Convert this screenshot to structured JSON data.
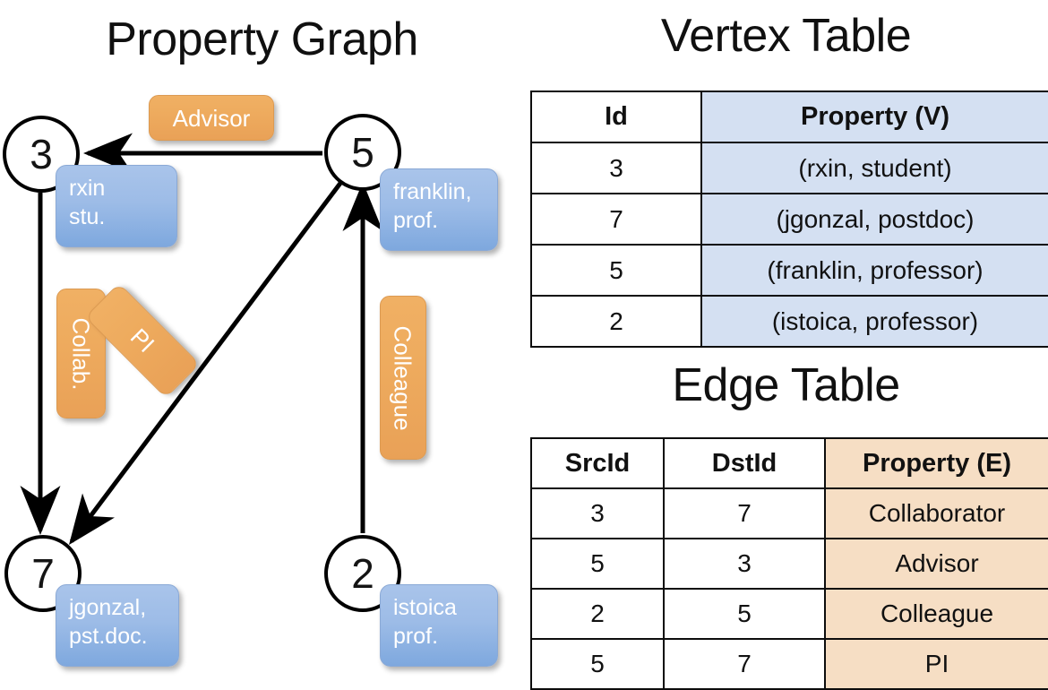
{
  "titles": {
    "property_graph": "Property Graph",
    "vertex_table": "Vertex Table",
    "edge_table": "Edge Table"
  },
  "graph": {
    "nodes": [
      {
        "id": "3",
        "label": "3",
        "property_lines": [
          "rxin",
          "stu."
        ]
      },
      {
        "id": "5",
        "label": "5",
        "property_lines": [
          "franklin,",
          "prof."
        ]
      },
      {
        "id": "7",
        "label": "7",
        "property_lines": [
          "jgonzal,",
          "pst.doc."
        ]
      },
      {
        "id": "2",
        "label": "2",
        "property_lines": [
          "istoica",
          "prof."
        ]
      }
    ],
    "edge_labels": [
      {
        "name": "advisor",
        "text": "Advisor"
      },
      {
        "name": "collab",
        "text": "Collab."
      },
      {
        "name": "pi",
        "text": "PI"
      },
      {
        "name": "colleague",
        "text": "Colleague"
      }
    ],
    "edges": [
      {
        "from": "5",
        "to": "3",
        "label": "Advisor"
      },
      {
        "from": "3",
        "to": "7",
        "label": "Collab."
      },
      {
        "from": "5",
        "to": "7",
        "label": "PI"
      },
      {
        "from": "2",
        "to": "5",
        "label": "Colleague"
      }
    ]
  },
  "vertex_table": {
    "headers": [
      "Id",
      "Property (V)"
    ],
    "rows": [
      {
        "id": "3",
        "property": "(rxin, student)"
      },
      {
        "id": "7",
        "property": "(jgonzal, postdoc)"
      },
      {
        "id": "5",
        "property": "(franklin, professor)"
      },
      {
        "id": "2",
        "property": "(istoica, professor)"
      }
    ]
  },
  "edge_table": {
    "headers": [
      "SrcId",
      "DstId",
      "Property (E)"
    ],
    "rows": [
      {
        "src": "3",
        "dst": "7",
        "property": "Collaborator"
      },
      {
        "src": "5",
        "dst": "3",
        "property": "Advisor"
      },
      {
        "src": "2",
        "dst": "5",
        "property": "Colleague"
      },
      {
        "src": "5",
        "dst": "7",
        "property": "PI"
      }
    ]
  },
  "colors": {
    "vertex_property_blue": "#9dbce7",
    "edge_property_orange": "#eeab5e",
    "vertex_table_fill": "#d4e0f2",
    "edge_table_fill": "#f6dec4",
    "stroke": "#000000"
  }
}
